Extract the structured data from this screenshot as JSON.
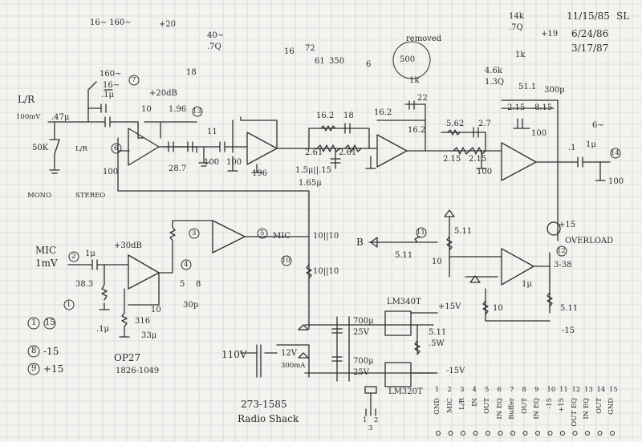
{
  "header": {
    "dates": [
      "11/15/85",
      "6/24/86",
      "3/17/87"
    ],
    "initials": "SL"
  },
  "notes": {
    "top_freq": "16~  160~",
    "top_gain": "+20",
    "mod1_value": "40~",
    "mod1_sub": ".7Q",
    "mod1_freq": "18",
    "mod2_val_a": "14k",
    "mod2_val_b": ".7Q",
    "mod2_gain": "+19",
    "mod2_val_c": "4.6k",
    "mod2_val_d": "1.3Q",
    "mod2_freq": "1k",
    "removed_note": "removed",
    "removed_a": "16",
    "removed_b": "72",
    "removed_c": "61",
    "removed_d": "350",
    "removed_e": "6",
    "removed_f": "500",
    "removed_g": "1k"
  },
  "input_stage": {
    "label": "L/R",
    "level": "100mV",
    "cap": ".47μ",
    "pot": "50K",
    "switch_label": "L/R",
    "mono": "MONO",
    "stereo": "STEREO",
    "freq_a": "160~",
    "freq_b": "16~",
    "cap_b": ".1μ",
    "gain": "+20dB",
    "r1": "10",
    "r2": "1.96",
    "r3": "100",
    "r4": "28.7",
    "r5": "100"
  },
  "filter_stage": {
    "r1": "11",
    "r2": "100",
    "r3": "196",
    "r4": "16.2",
    "r5": "18",
    "r6": "2.61",
    "r7": "2.61",
    "cap_a": "1.5μ||.15",
    "cap_b": "1.65μ",
    "r8": "16.2",
    "r9": "16.2",
    "r10": "22",
    "r11": "5.62",
    "r12": "2.7",
    "r13": "2.15",
    "r14": "2.15",
    "r15": "100",
    "r16": "51.1",
    "r17": "2.15",
    "r18": "8.15",
    "r19": "300p",
    "r20": "100",
    "cap_out": ".1",
    "cap_out2": "1μ",
    "out_freq": "6~",
    "out_r": "100"
  },
  "mic_stage": {
    "label": "MIC",
    "level": "1mV",
    "cap": "1μ",
    "gain": "+30dB",
    "r1": "38.3",
    "r2": "10",
    "r3": "316",
    "cap_b": "33μ",
    "cap_c": ".1μ",
    "cap_d": "30p",
    "val_5": "5",
    "val_8": "8",
    "opamp_name": "OP27",
    "part_no": "1826-1049",
    "mic_tag": "MIC",
    "r_mix": "10||10",
    "r_mix2": "10||10"
  },
  "overload": {
    "label": "OVERLOAD",
    "v": "+15",
    "tag": "3-38",
    "b_label": "B",
    "r1": "5.11",
    "r2": "5.11",
    "r3": "10",
    "r4": "10",
    "r5": "5.11",
    "neg": "-15",
    "cap": "1μ"
  },
  "power": {
    "reg_pos": "LM340T",
    "reg_neg": "LM320T",
    "vin": "110V",
    "xfmr": "12V",
    "xfmr_i": "300mA",
    "cap1": "700μ",
    "cap1_v": "25V",
    "cap2": "700μ",
    "cap2_v": "25V",
    "pos_out": "+15V",
    "neg_out": "-15V",
    "r_led": "5.11",
    "r_led_w": ".5W",
    "part": "273-1585",
    "vendor": "Radio Shack",
    "pin1": "1",
    "pin2": "3",
    "pin3": "2"
  },
  "nodes": [
    "7",
    "13",
    "6",
    "14",
    "3",
    "4",
    "2",
    "1",
    "5",
    "10",
    "11",
    "12",
    "15",
    "8",
    "9"
  ],
  "legend": {
    "items": [
      {
        "num": "1",
        "val": "15"
      },
      {
        "num": "8",
        "val": "-15"
      },
      {
        "num": "9",
        "val": "+15"
      }
    ]
  },
  "connector": {
    "numbers": [
      "1",
      "2",
      "3",
      "4",
      "5",
      "6",
      "7",
      "8",
      "9",
      "10",
      "11",
      "12",
      "13",
      "14",
      "15"
    ],
    "labels": [
      "GND",
      "MIC",
      "L/R",
      "IN",
      "OUT",
      "IN EQ",
      "Buffer",
      "OUT",
      "IN EQ",
      "-15",
      "+15",
      "OUT EQ",
      "IN EQ",
      "OUT",
      "GND"
    ]
  }
}
